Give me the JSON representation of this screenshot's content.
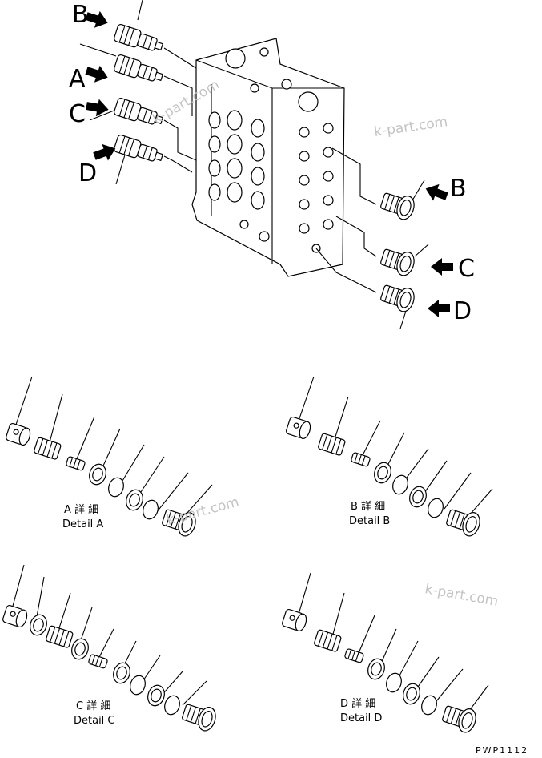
{
  "labels": {
    "top_b": "B",
    "top_a": "A",
    "top_c": "C",
    "top_d": "D",
    "right_b": "B",
    "right_c": "C",
    "right_d": "D"
  },
  "details": {
    "a": {
      "jp": "A 詳 細",
      "en": "Detail A"
    },
    "b": {
      "jp": "B 詳 細",
      "en": "Detail B"
    },
    "c": {
      "jp": "C 詳 細",
      "en": "Detail C"
    },
    "d": {
      "jp": "D 詳 細",
      "en": "Detail D"
    }
  },
  "watermarks": {
    "w1": "k-part.com",
    "w2": "k-part.com",
    "w3": "k-part.com",
    "w4": "k-part.com"
  },
  "drawing_code": "PWP1112"
}
